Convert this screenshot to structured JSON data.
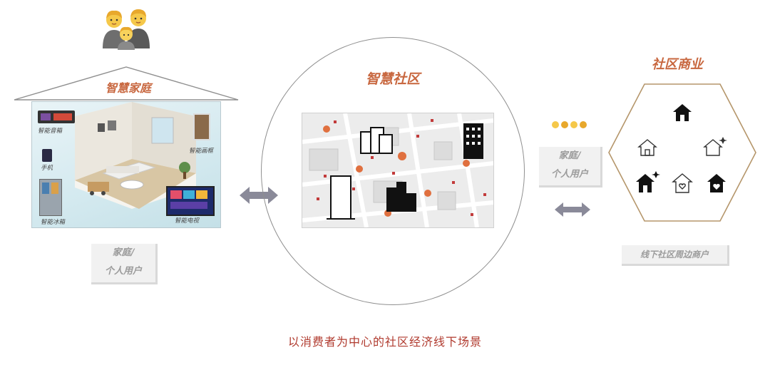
{
  "smart_home": {
    "title": "智慧家庭",
    "devices": {
      "speaker": "智能音箱",
      "frame": "智能画框",
      "phone": "手机",
      "fridge": "智能冰箱",
      "tv": "智能电视"
    },
    "user_box": {
      "line1": "家庭/",
      "line2": "个人用户"
    }
  },
  "smart_community": {
    "title": "智慧社区",
    "user_box": {
      "line1": "家庭/",
      "line2": "个人用户"
    }
  },
  "community_business": {
    "title": "社区商业",
    "merchant_label": "线下社区周边商户"
  },
  "caption": "以消费者为中心的社区经济线下场景",
  "colors": {
    "title_accent": "#c8673f",
    "caption": "#b03a2e",
    "arrow": "#8a8a99",
    "hex_border": "#b5966b"
  },
  "icons": [
    "family-emoji-icon",
    "people-icon",
    "house-icon",
    "double-arrow-icon",
    "building-icon"
  ]
}
